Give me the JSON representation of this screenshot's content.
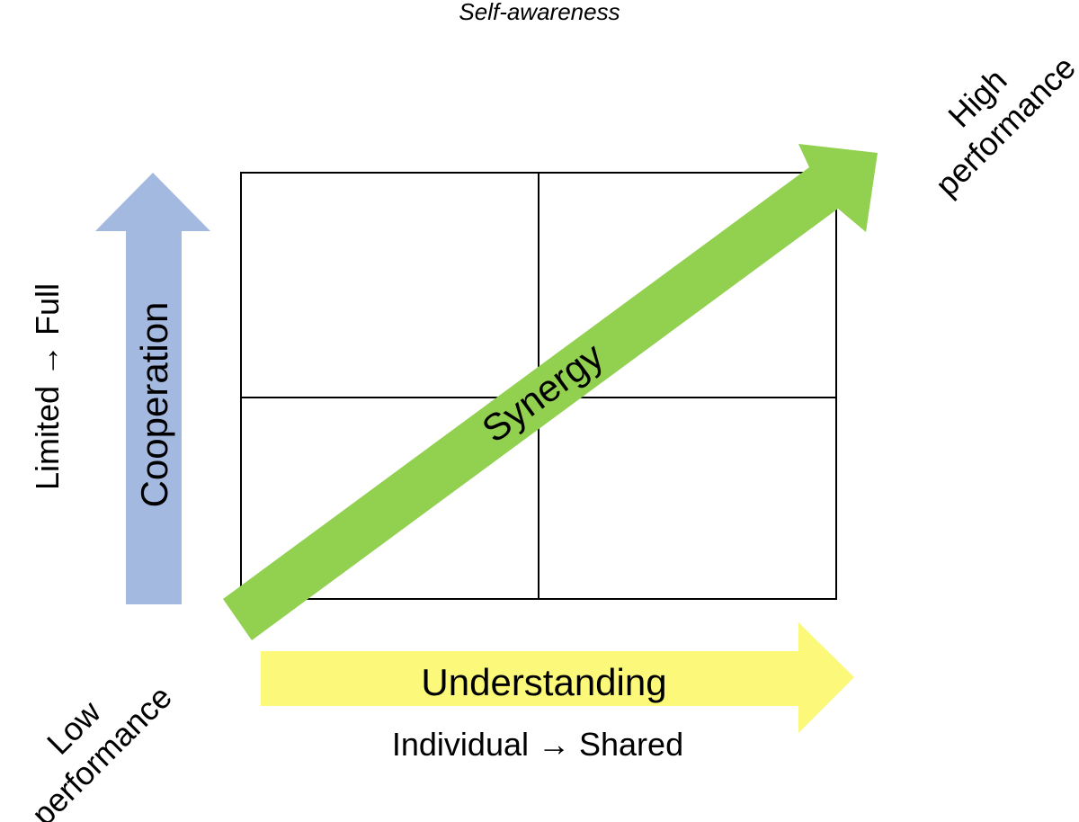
{
  "title": "Self-awareness",
  "cooperation": {
    "label": "Cooperation",
    "range": "Limited → Full",
    "color": "#a4b9e0"
  },
  "understanding": {
    "label": "Understanding",
    "range": "Individual → Shared",
    "color": "#fcf97a"
  },
  "synergy": {
    "label": "Synergy",
    "color": "#92d050"
  },
  "corners": {
    "high_line1": "High",
    "high_line2": "performance",
    "low_line1": "Low",
    "low_line2": "performance"
  },
  "grid": {
    "rows": 2,
    "cols": 2,
    "line_color": "#000000"
  }
}
